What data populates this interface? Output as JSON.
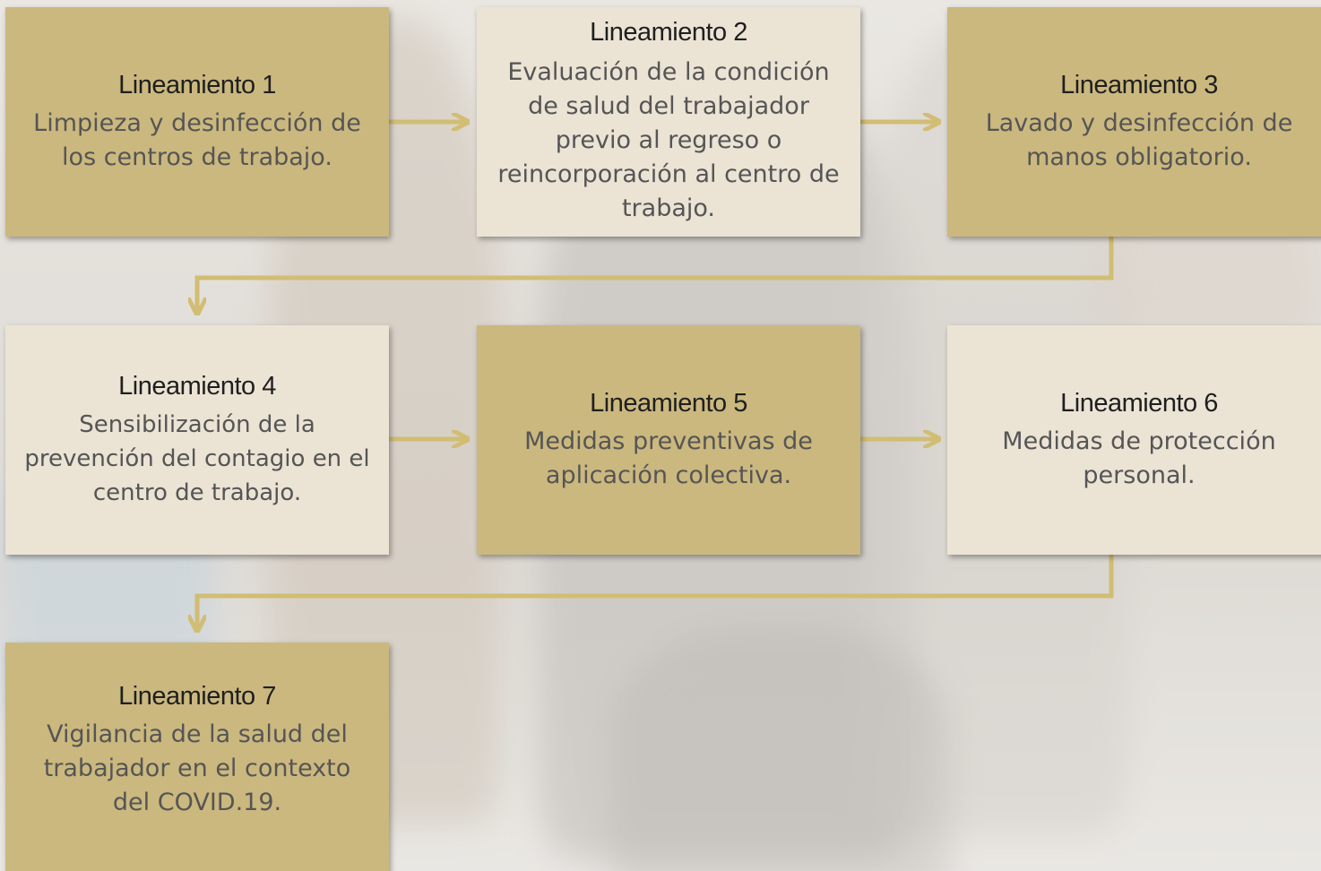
{
  "colors": {
    "accent": "#cbb87e",
    "box_dark": "#cbb87e",
    "box_light": "#ebe3d4",
    "connector": "#d1bd73"
  },
  "lineamientos": [
    {
      "title": "Lineamiento 1",
      "text": "Limpieza y desinfección de los centros de trabajo."
    },
    {
      "title": "Lineamiento 2",
      "text": "Evaluación de la condición de salud del trabajador previo al regreso o reincorporación al centro de trabajo."
    },
    {
      "title": "Lineamiento 3",
      "text": "Lavado y desinfección de manos obligatorio."
    },
    {
      "title": "Lineamiento 4",
      "text": "Sensibilización de la prevención del contagio en el centro de trabajo."
    },
    {
      "title": "Lineamiento 5",
      "text": "Medidas preventivas de aplicación colectiva."
    },
    {
      "title": "Lineamiento 6",
      "text": "Medidas de protección personal."
    },
    {
      "title": "Lineamiento 7",
      "text": "Vigilancia de la salud del trabajador en el contexto del COVID.19."
    }
  ]
}
